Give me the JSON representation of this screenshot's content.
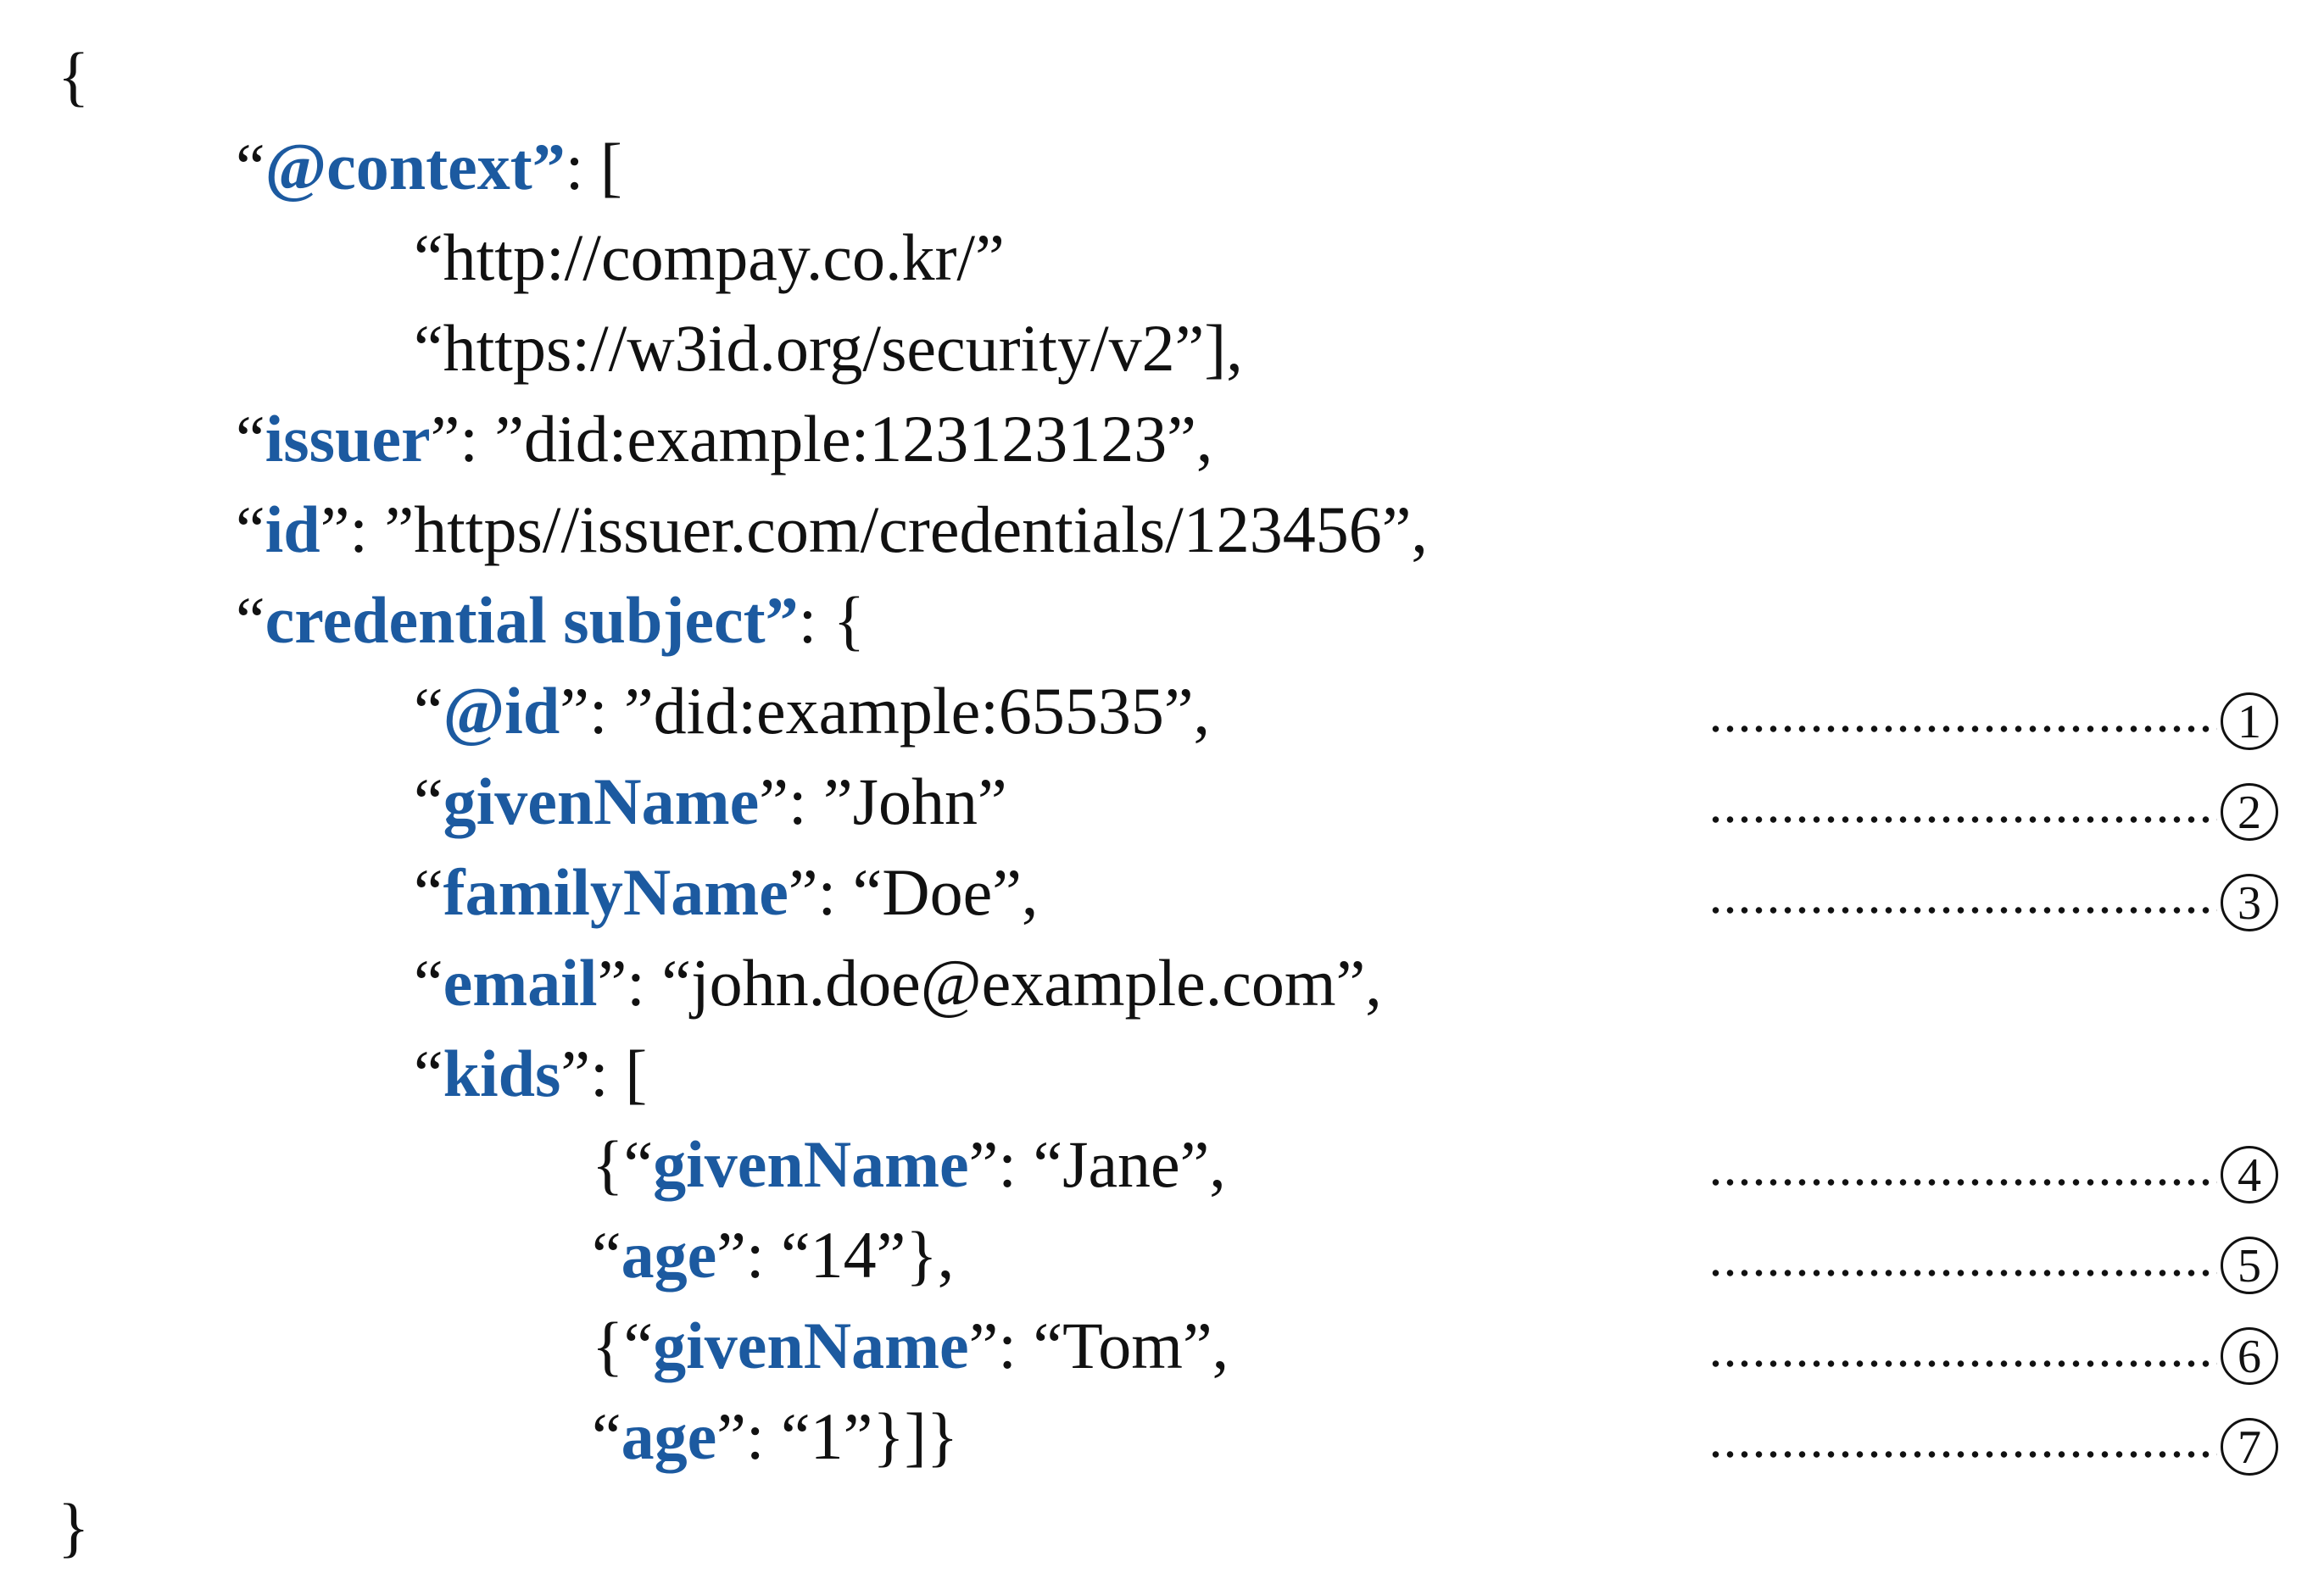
{
  "lines": [
    {
      "indent": 0,
      "pre": "{",
      "key": "",
      "post": ""
    },
    {
      "indent": 1,
      "pre": "“",
      "key": "@context”",
      "post": ": ["
    },
    {
      "indent": 2,
      "pre": "“http://compay.co.kr/”",
      "key": "",
      "post": ""
    },
    {
      "indent": 2,
      "pre": "“https://w3id.org/security/v2”],",
      "key": "",
      "post": ""
    },
    {
      "indent": 1,
      "pre": "“",
      "key": "issuer",
      "post": "”: ”did:example:123123123”,"
    },
    {
      "indent": 1,
      "pre": "“",
      "key": "id",
      "post": "”: ”https//issuer.com/credentials/123456”,"
    },
    {
      "indent": 1,
      "pre": "“",
      "key": "credential subject”",
      "post": ": {"
    },
    {
      "indent": 2,
      "pre": "“",
      "key": "@id",
      "post": "”: ”did:example:65535”,"
    },
    {
      "indent": 2,
      "pre": "“",
      "key": "givenName",
      "post": "”: ”John”"
    },
    {
      "indent": 2,
      "pre": "“",
      "key": "familyName",
      "post": "”: “Doe”,"
    },
    {
      "indent": 2,
      "pre": "“",
      "key": "email",
      "post": "”: “john.doe@example.com”,"
    },
    {
      "indent": 2,
      "pre": "“",
      "key": "kids",
      "post": "”: ["
    },
    {
      "indent": 3,
      "pre": "{“",
      "key": "givenName",
      "post": "”: “Jane”,"
    },
    {
      "indent": 3,
      "pre": "“",
      "key": "age",
      "post": "”: “14”},"
    },
    {
      "indent": 3,
      "pre": "{“",
      "key": "givenName",
      "post": "”: “Tom”,"
    },
    {
      "indent": 3,
      "pre": "“",
      "key": "age",
      "post": "”: “1”}]}"
    },
    {
      "indent": 0,
      "pre": "}",
      "key": "",
      "post": ""
    }
  ],
  "markers": [
    {
      "line": 7,
      "label": "1"
    },
    {
      "line": 8,
      "label": "2"
    },
    {
      "line": 9,
      "label": "3"
    },
    {
      "line": 12,
      "label": "4"
    },
    {
      "line": 13,
      "label": "5"
    },
    {
      "line": 14,
      "label": "6"
    },
    {
      "line": 15,
      "label": "7"
    }
  ],
  "colors": {
    "key": "#1c5aa0",
    "text": "#111111",
    "background": "#ffffff"
  }
}
